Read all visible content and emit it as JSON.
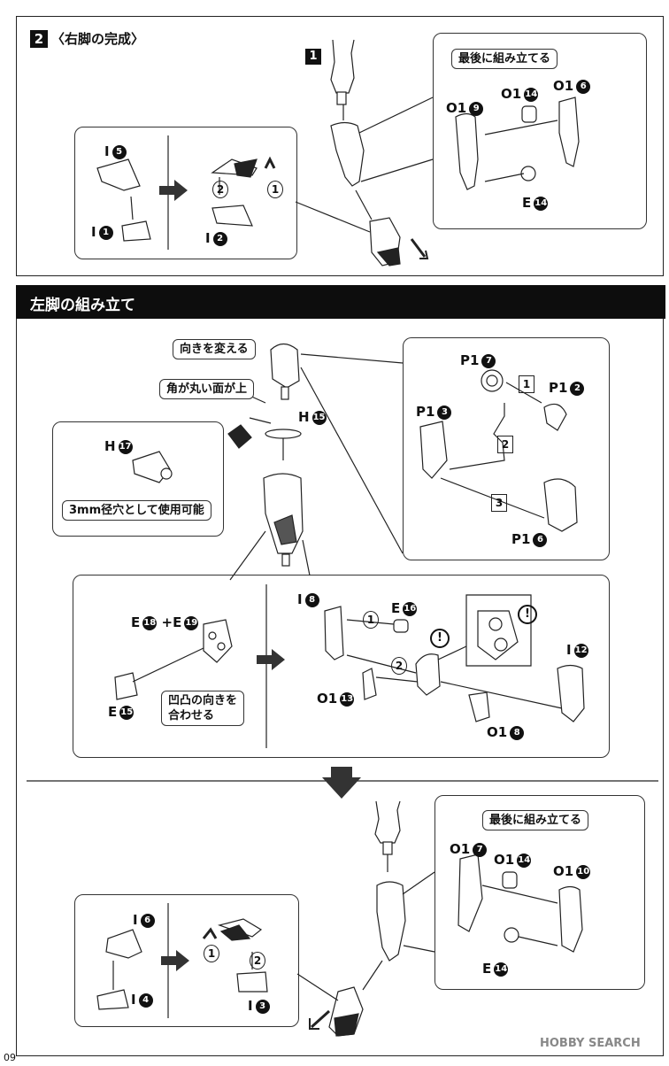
{
  "step2": {
    "badge": "2",
    "title": "〈右脚の完成〉",
    "step_badge": "1"
  },
  "step2_labels": {
    "i5": "I",
    "i5n": "5",
    "i1": "I",
    "i1n": "1",
    "i2": "I",
    "i2n": "2",
    "c1": "1",
    "c2": "2",
    "last": "最後に組み立てる",
    "o19": "O1",
    "o19n": "9",
    "o114": "O1",
    "o114n": "14",
    "o16": "O1",
    "o16n": "6",
    "e14": "E",
    "e14n": "14"
  },
  "section": {
    "title": "左脚の組み立て"
  },
  "left_top": {
    "turn": "向きを変える",
    "round": "角が丸い面が上",
    "h15": "H",
    "h15n": "15",
    "h17": "H",
    "h17n": "17",
    "hole": "3mm径穴として使用可能",
    "p17": "P1",
    "p17n": "7",
    "p12": "P1",
    "p12n": "2",
    "p13": "P1",
    "p13n": "3",
    "p16": "P1",
    "p16n": "6",
    "c1": "1",
    "c2": "2",
    "c3": "3"
  },
  "left_mid": {
    "e18": "E",
    "e18n": "18",
    "plus": "+",
    "e19": "E",
    "e19n": "19",
    "e15": "E",
    "e15n": "15",
    "note": "凹凸の向きを\n合わせる",
    "i8": "I",
    "i8n": "8",
    "e16": "E",
    "e16n": "16",
    "o113": "O1",
    "o113n": "13",
    "o18": "O1",
    "o18n": "8",
    "i12": "I",
    "i12n": "12",
    "c1": "1",
    "c2": "2",
    "excl": "!"
  },
  "left_bottom": {
    "last": "最後に組み立てる",
    "o17": "O1",
    "o17n": "7",
    "o114": "O1",
    "o114n": "14",
    "o110": "O1",
    "o110n": "10",
    "e14": "E",
    "e14n": "14",
    "i6": "I",
    "i6n": "6",
    "i4": "I",
    "i4n": "4",
    "i3": "I",
    "i3n": "3",
    "c1": "1",
    "c2": "2"
  },
  "footer": {
    "page": "09",
    "watermark": "HOBBY SEARCH"
  }
}
